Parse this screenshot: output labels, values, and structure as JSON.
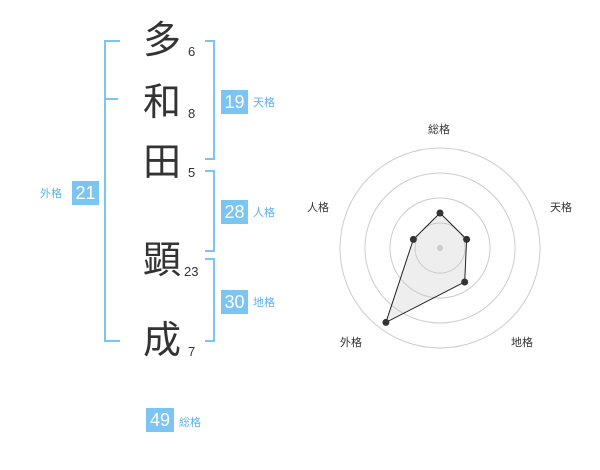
{
  "name": {
    "chars": [
      {
        "char": "多",
        "strokes": "6"
      },
      {
        "char": "和",
        "strokes": "8"
      },
      {
        "char": "田",
        "strokes": "5"
      },
      {
        "char": "顕",
        "strokes": "23"
      },
      {
        "char": "成",
        "strokes": "7"
      }
    ]
  },
  "fortunes": {
    "tenkaku": {
      "value": "19",
      "label": "天格"
    },
    "jinkaku": {
      "value": "28",
      "label": "人格"
    },
    "chikaku": {
      "value": "30",
      "label": "地格"
    },
    "gaikaku": {
      "value": "21",
      "label": "外格"
    },
    "soukaku": {
      "value": "49",
      "label": "総格"
    }
  },
  "colors": {
    "accent": "#7cc4f1",
    "accent_text": "#5db1e8",
    "text": "#333333",
    "grid": "#cccccc"
  },
  "chart_data": {
    "type": "radar",
    "axes": [
      "総格",
      "天格",
      "地格",
      "外格",
      "人格"
    ],
    "values": [
      0.35,
      0.28,
      0.42,
      0.92,
      0.28
    ],
    "range": [
      0,
      1
    ],
    "rings": 4
  }
}
